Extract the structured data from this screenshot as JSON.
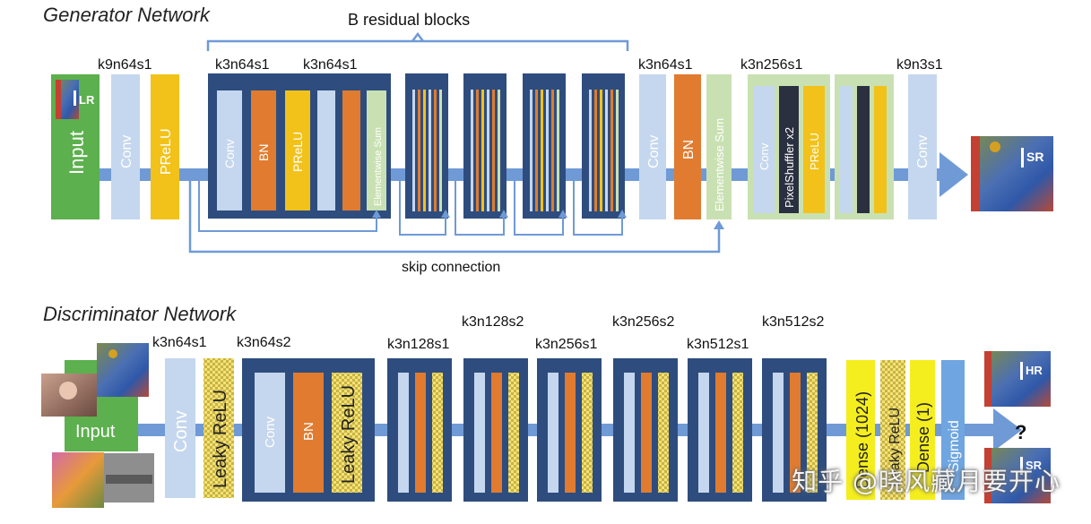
{
  "generator": {
    "title": "Generator Network",
    "residual_label": "B residual blocks",
    "skip_label": "skip connection",
    "input_label": "Input",
    "input_tag": "LR",
    "output_tag": "SR",
    "labels": {
      "conv1": "k9n64s1",
      "res_conv1": "k3n64s1",
      "res_conv2": "k3n64s1",
      "post_conv": "k3n64s1",
      "upsample": "k3n256s1",
      "final_conv": "k9n3s1"
    },
    "blocks": {
      "conv": "Conv",
      "prelu": "PReLU",
      "bn": "BN",
      "elementwise_sum": "Elementwise Sum",
      "pixelshuffler": "PixelShuffler x2"
    }
  },
  "discriminator": {
    "title": "Discriminator Network",
    "input_label": "Input",
    "hr_tag": "HR",
    "sr_tag": "SR",
    "question": "?",
    "labels": {
      "conv1": "k3n64s1",
      "block1": "k3n64s2",
      "block2": "k3n128s1",
      "block3": "k3n128s2",
      "block4": "k3n256s1",
      "block5": "k3n256s2",
      "block6": "k3n512s1",
      "block7": "k3n512s2"
    },
    "blocks": {
      "conv": "Conv",
      "leaky_relu": "Leaky ReLU",
      "bn": "BN",
      "dense1024": "Dense (1024)",
      "dense1": "Dense (1)",
      "sigmoid": "Sigmoid"
    }
  },
  "watermark": "知乎 @晓风藏月要开心",
  "colors": {
    "navy": "#2e4d7e",
    "lightblue": "#c5d7ee",
    "orange": "#e07b2f",
    "yellow": "#f2c21b",
    "green": "#5cb04d",
    "lightgreen": "#c9e1b2",
    "arrow": "#6f9ad6",
    "sigmoid": "#6fa5e0",
    "dark": "#2b3040"
  }
}
